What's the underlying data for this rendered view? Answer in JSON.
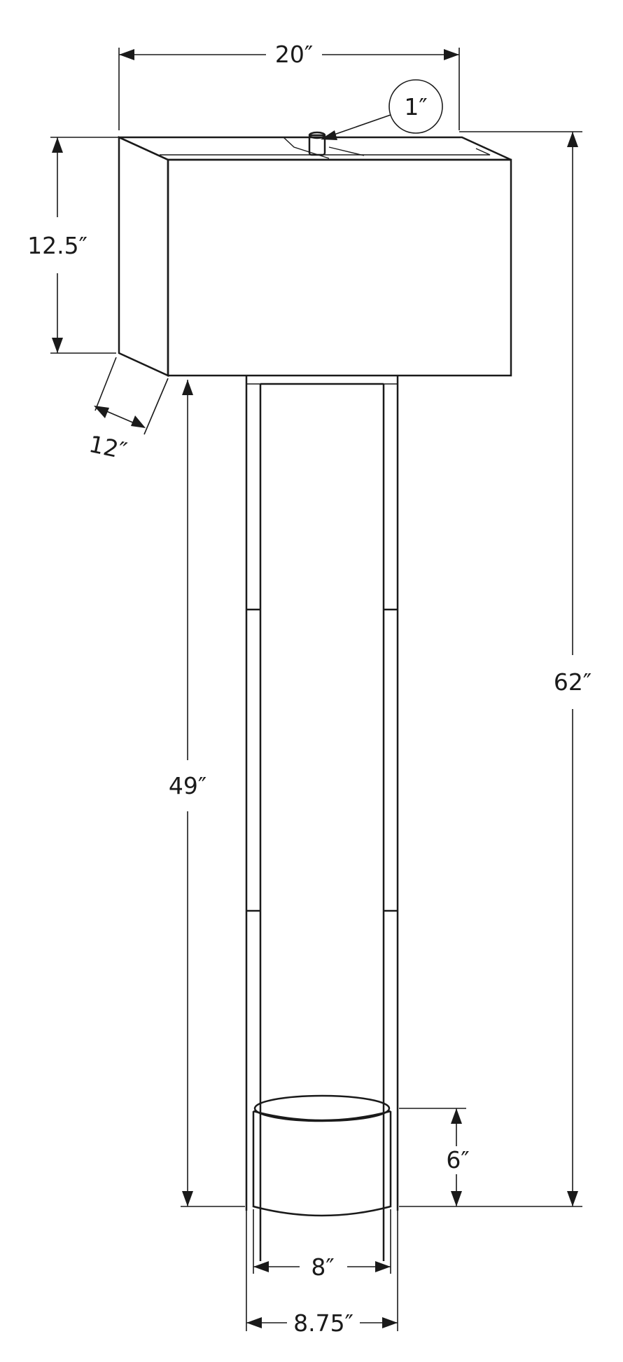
{
  "diagram": {
    "subject": "floor lamp dimension drawing",
    "colors": {
      "line": "#1a1a1a",
      "background": "#ffffff"
    }
  },
  "dimensions": {
    "overall_width": "20″",
    "harp_finial": "1″",
    "shade_height": "12.5″",
    "shade_depth": "12″",
    "base_to_shade_height": "49″",
    "overall_height": "62″",
    "base_height": "6″",
    "base_diameter": "8″",
    "frame_width": "8.75″"
  }
}
